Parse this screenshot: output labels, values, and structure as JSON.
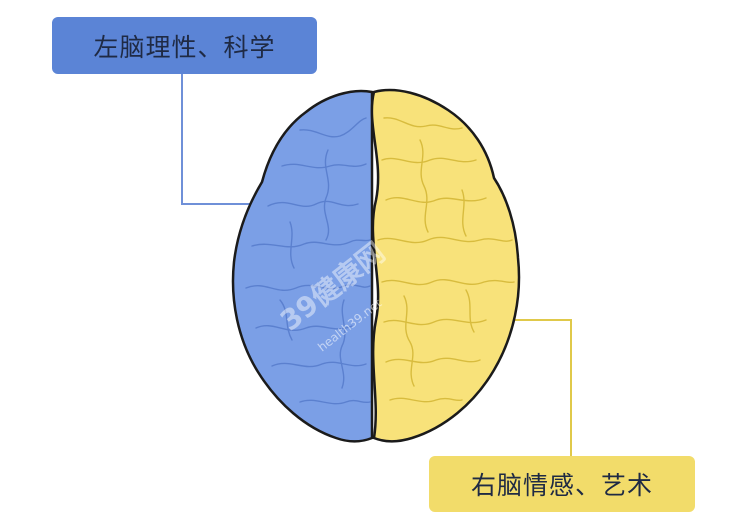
{
  "left_label": {
    "text": "左脑理性、科学",
    "bg": "#5b84d6"
  },
  "right_label": {
    "text": "右脑情感、艺术",
    "bg": "#f2dc6a"
  },
  "brain": {
    "left_color": "#7b9fe6",
    "left_shade": "#5b80cf",
    "right_color": "#f8e27a",
    "right_shade": "#d8bc3e",
    "outline_color": "#1b1b1b"
  },
  "connector_colors": {
    "left": "#6f90d8",
    "right": "#e0c94a"
  },
  "watermark": {
    "text": "39健康网",
    "subtext": "health39.net"
  }
}
